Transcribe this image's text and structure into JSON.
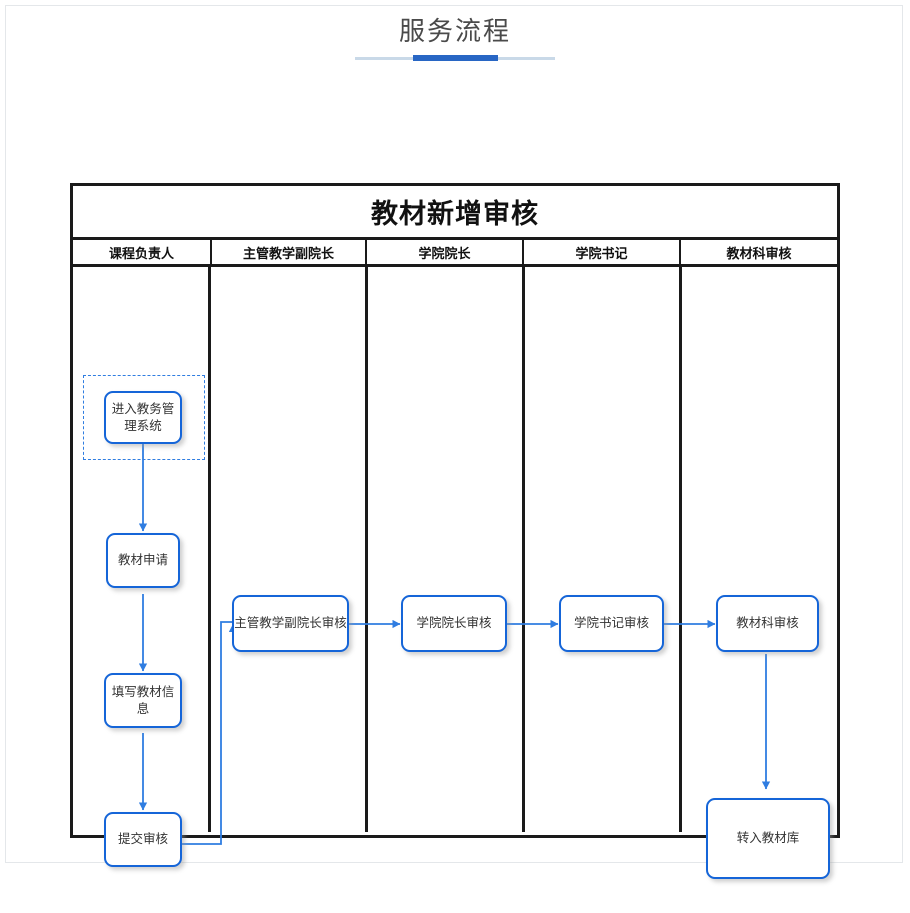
{
  "page": {
    "title": "服务流程",
    "accent_color": "#2866c4",
    "rule_color": "#c9d9e8"
  },
  "flow": {
    "table_title": "教材新增审核",
    "columns": [
      {
        "label": "课程负责人"
      },
      {
        "label": "主管教学副院长"
      },
      {
        "label": "学院院长"
      },
      {
        "label": "学院书记"
      },
      {
        "label": "教材科审核"
      }
    ],
    "node_border_color": "#1565d8",
    "connector_color": "#2f7de1",
    "selection_color": "#2f7de1",
    "nodes": [
      {
        "id": "n1",
        "label": "进入教务管理系统",
        "lane": 0,
        "selected": true
      },
      {
        "id": "n2",
        "label": "教材申请",
        "lane": 0,
        "selected": false
      },
      {
        "id": "n3",
        "label": "填写教材信息",
        "lane": 0,
        "selected": false
      },
      {
        "id": "n4",
        "label": "提交审核",
        "lane": 0,
        "selected": false
      },
      {
        "id": "n5",
        "label": "主管教学副院长审核",
        "lane": 1,
        "selected": false
      },
      {
        "id": "n6",
        "label": "学院院长审核",
        "lane": 2,
        "selected": false
      },
      {
        "id": "n7",
        "label": "学院书记审核",
        "lane": 3,
        "selected": false
      },
      {
        "id": "n8",
        "label": "教材科审核",
        "lane": 4,
        "selected": false
      },
      {
        "id": "n9",
        "label": "转入教材库",
        "lane": 4,
        "selected": false
      }
    ],
    "edges": [
      {
        "from": "n1",
        "to": "n2",
        "direction": "down"
      },
      {
        "from": "n2",
        "to": "n3",
        "direction": "down"
      },
      {
        "from": "n3",
        "to": "n4",
        "direction": "down"
      },
      {
        "from": "n4",
        "to": "n5",
        "direction": "right-up"
      },
      {
        "from": "n5",
        "to": "n6",
        "direction": "right"
      },
      {
        "from": "n6",
        "to": "n7",
        "direction": "right"
      },
      {
        "from": "n7",
        "to": "n8",
        "direction": "right"
      },
      {
        "from": "n8",
        "to": "n9",
        "direction": "down"
      }
    ]
  }
}
